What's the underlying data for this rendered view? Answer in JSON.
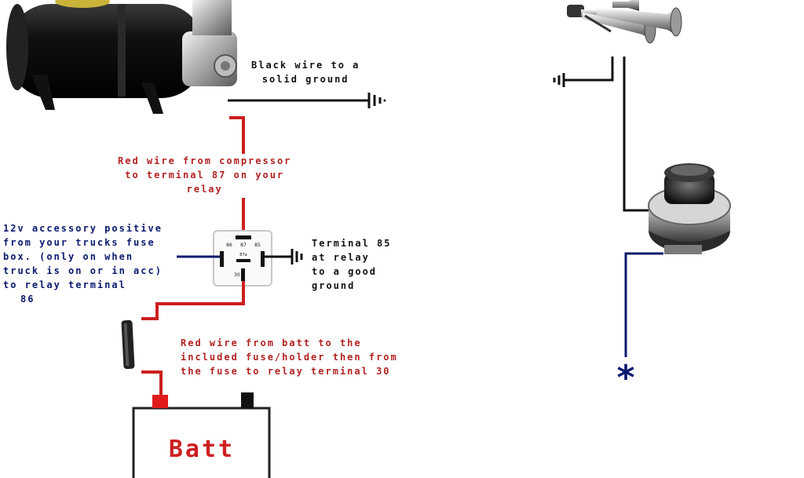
{
  "colors": {
    "red_wire": "#cc1f1f",
    "navy_wire": "#0a1a6e",
    "black_wire": "#111111",
    "label_red": "#b22222",
    "label_black": "#111111",
    "label_navy": "#0a1a6e"
  },
  "labels": {
    "black_wire": [
      "Black wire to a",
      "solid ground"
    ],
    "red_compressor": [
      "Red wire from compressor",
      "to terminal 87 on your",
      "relay"
    ],
    "accessory": [
      "12v accessory positive",
      "from your trucks fuse",
      "box. (only on when",
      "truck is on or in acc)",
      "to relay terminal",
      "86"
    ],
    "terminal85": [
      "Terminal 85",
      "at relay",
      "to a good",
      "ground"
    ],
    "batt_wire": [
      "Red wire from batt to the",
      "included fuse/holder then from",
      "the fuse to relay terminal 30"
    ],
    "battery": "Batt",
    "asterisk": "*"
  },
  "relay": {
    "terminal_87": "87",
    "terminal_87a": "87a",
    "terminal_86": "86",
    "terminal_85": "85",
    "terminal_30": "30"
  },
  "icons": [
    "air-compressor-icon",
    "air-horns-icon",
    "push-button-switch-icon",
    "ground-symbol-icon",
    "inline-fuse-icon",
    "relay-icon",
    "battery-icon"
  ]
}
